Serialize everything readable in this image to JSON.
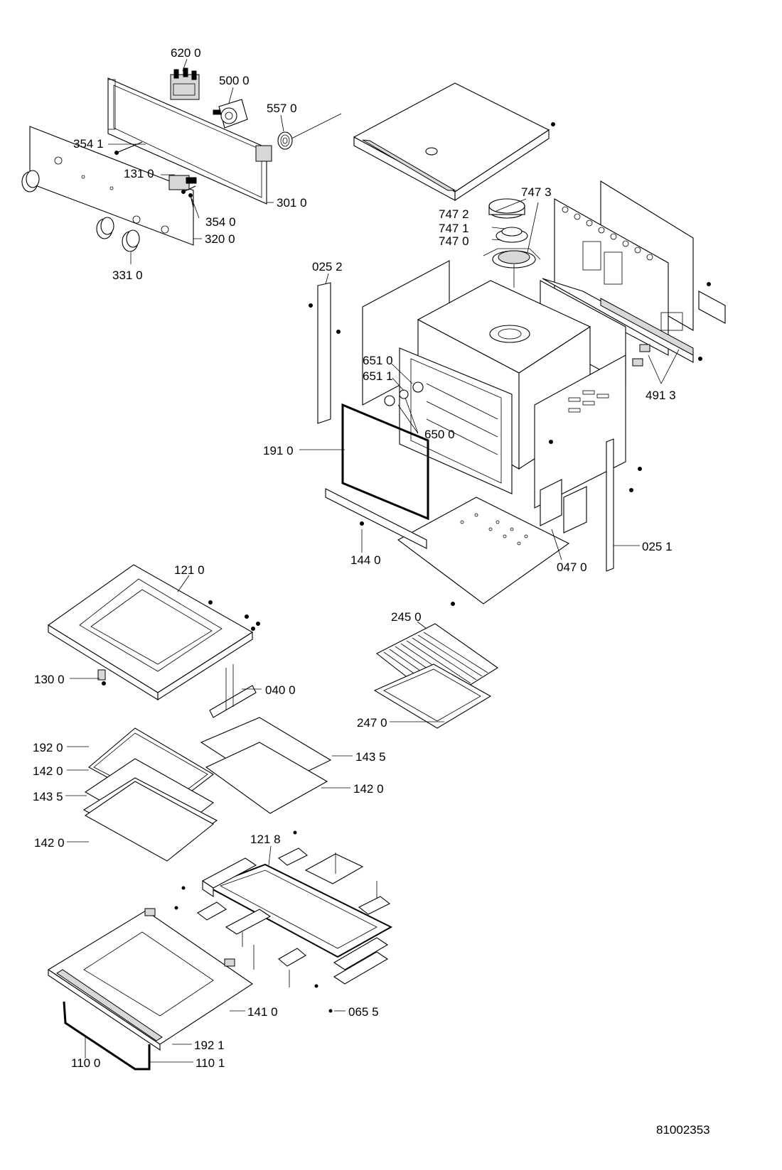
{
  "diagram": {
    "document_number": "81002353",
    "labels": [
      {
        "id": "l6200",
        "text": "620 0"
      },
      {
        "id": "l5000",
        "text": "500 0"
      },
      {
        "id": "l5570",
        "text": "557 0"
      },
      {
        "id": "l3541",
        "text": "354 1"
      },
      {
        "id": "l1310",
        "text": "131 0"
      },
      {
        "id": "l3540",
        "text": "354 0"
      },
      {
        "id": "l3010",
        "text": "301 0"
      },
      {
        "id": "l3200",
        "text": "320 0"
      },
      {
        "id": "l3310",
        "text": "331 0"
      },
      {
        "id": "l7473",
        "text": "747 3"
      },
      {
        "id": "l7472",
        "text": "747 2"
      },
      {
        "id": "l7471",
        "text": "747 1"
      },
      {
        "id": "l7470",
        "text": "747 0"
      },
      {
        "id": "l0252",
        "text": "025 2"
      },
      {
        "id": "l6510",
        "text": "651 0"
      },
      {
        "id": "l6511",
        "text": "651 1"
      },
      {
        "id": "l6500",
        "text": "650 0"
      },
      {
        "id": "l4913",
        "text": "491 3"
      },
      {
        "id": "l1910",
        "text": "191 0"
      },
      {
        "id": "l1440",
        "text": "144 0"
      },
      {
        "id": "l0470",
        "text": "047 0"
      },
      {
        "id": "l0251",
        "text": "025 1"
      },
      {
        "id": "l1210",
        "text": "121 0"
      },
      {
        "id": "l1300",
        "text": "130 0"
      },
      {
        "id": "l0400",
        "text": "040 0"
      },
      {
        "id": "l2450",
        "text": "245 0"
      },
      {
        "id": "l2470",
        "text": "247 0"
      },
      {
        "id": "l1920",
        "text": "192 0"
      },
      {
        "id": "l1420a",
        "text": "142 0"
      },
      {
        "id": "l1435a",
        "text": "143 5"
      },
      {
        "id": "l1420b",
        "text": "142 0"
      },
      {
        "id": "l1435b",
        "text": "143 5"
      },
      {
        "id": "l1420c",
        "text": "142 0"
      },
      {
        "id": "l1218",
        "text": "121 8"
      },
      {
        "id": "l1410",
        "text": "141 0"
      },
      {
        "id": "l0655",
        "text": "065 5"
      },
      {
        "id": "l1921",
        "text": "192 1"
      },
      {
        "id": "l1100",
        "text": "110 0"
      },
      {
        "id": "l1101",
        "text": "110 1"
      }
    ]
  }
}
